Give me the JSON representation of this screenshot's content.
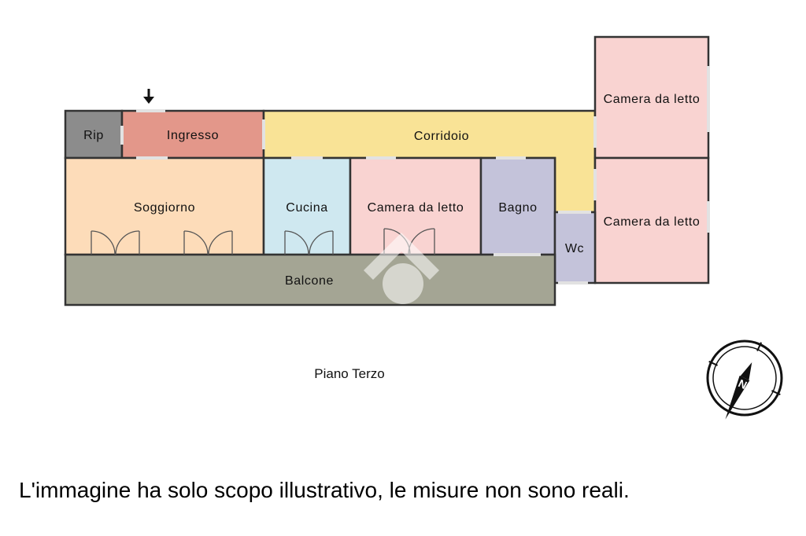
{
  "rooms": {
    "ripostiglio": "Rip",
    "ingresso": "Ingresso",
    "corridoio": "Corridoio",
    "camera_top_right": "Camera da letto",
    "soggiorno": "Soggiorno",
    "cucina": "Cucina",
    "camera_center": "Camera da letto",
    "bagno": "Bagno",
    "camera_mid_right": "Camera da letto",
    "wc": "Wc",
    "balcone": "Balcone"
  },
  "compass": {
    "north_letter": "N"
  },
  "floor_label": "Piano Terzo",
  "disclaimer": "L'immagine ha solo scopo illustrativo, le misure non sono reali.",
  "colors": {
    "ripostiglio": "#8c8c8c",
    "ingresso": "#e3978a",
    "corridoio": "#f9e396",
    "camera": "#f9d3d1",
    "soggiorno": "#fddcb9",
    "cucina": "#cfe8f0",
    "bagno_wc": "#c4c3da",
    "balcone": "#a4a594",
    "wall": "#333333",
    "opening": "#dcdcdc"
  }
}
